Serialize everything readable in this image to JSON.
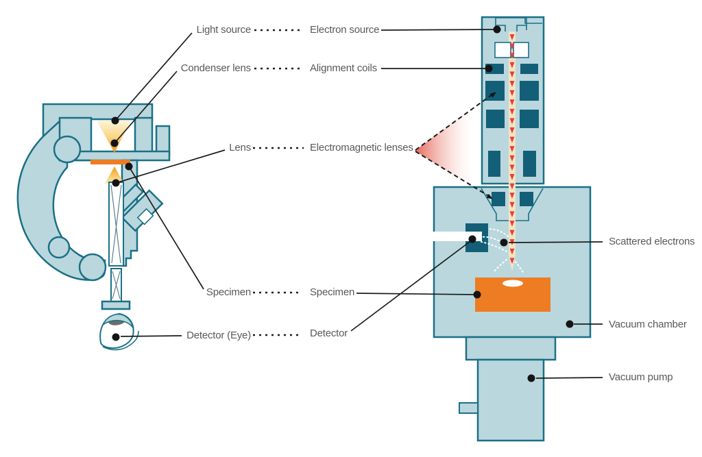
{
  "labels": {
    "pairs": [
      {
        "left": "Light source",
        "right": "Electron source"
      },
      {
        "left": "Condenser lens",
        "right": "Alignment coils"
      },
      {
        "left": "Lens",
        "right": "Electromagnetic lenses"
      },
      {
        "left": "Specimen",
        "right": "Specimen"
      },
      {
        "left": "Detector (Eye)",
        "right": "Detector"
      }
    ],
    "right_side": [
      "Scattered electrons",
      "Vacuum chamber",
      "Vacuum pump"
    ]
  },
  "colors": {
    "body": "#bad7de",
    "outline": "#1a7086",
    "coil": "#135f77",
    "orange": "#ee7c23",
    "cream": "#f2e5bf",
    "red": "#e83d46",
    "text": "#58595b",
    "line": "#1c1c1c",
    "cone_top": "#f0951d",
    "fade_red": "#e2574d",
    "iris": "#6a6c6e"
  }
}
